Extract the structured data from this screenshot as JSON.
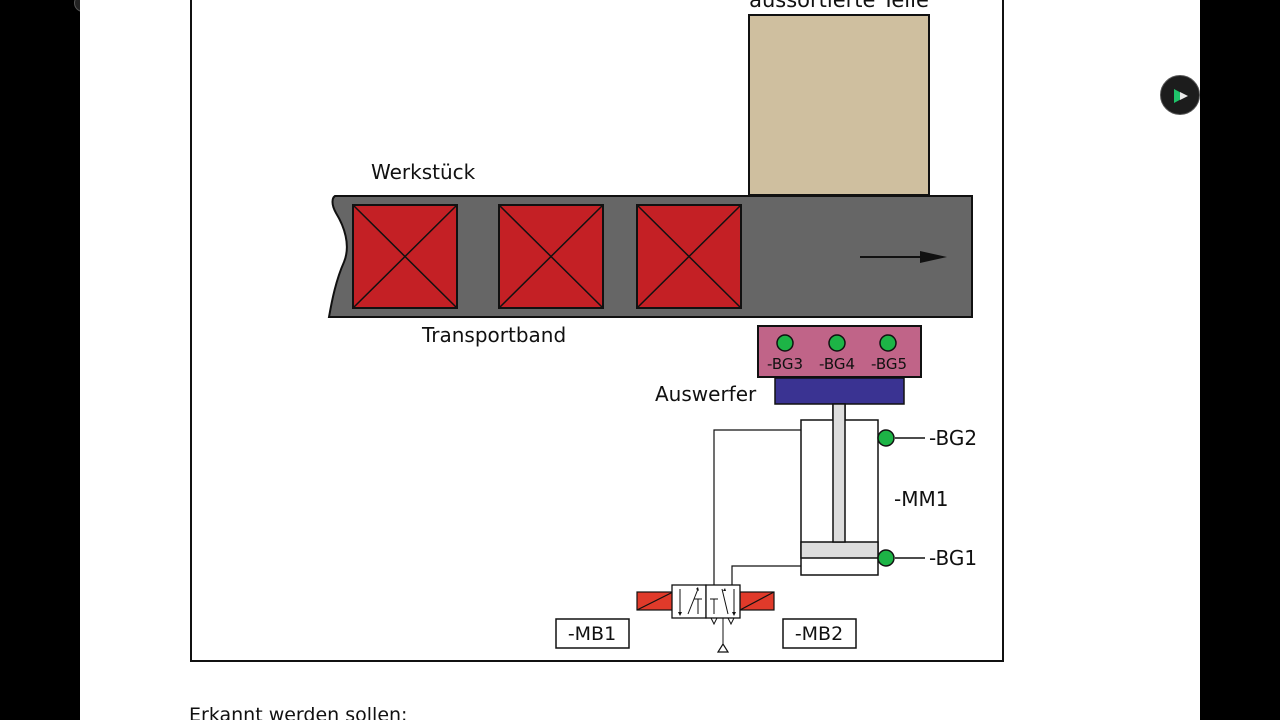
{
  "diagram": {
    "label_storage": "aussortierte Teile",
    "label_workpiece": "Werkstück",
    "label_conveyor": "Transportband",
    "label_ejector": "Auswerfer",
    "sensor_bg3": "-BG3",
    "sensor_bg4": "-BG4",
    "sensor_bg5": "-BG5",
    "sensor_bg2": "-BG2",
    "sensor_bg1": "-BG1",
    "cylinder_label": "-MM1",
    "valve_coil_left": "-MB1",
    "valve_coil_right": "-MB2"
  },
  "caption": "Erkannt werden sollen:",
  "colors": {
    "conveyor": "#666666",
    "workpiece": "#c42025",
    "storage": "#cfbf9f",
    "sensor_block": "#c06488",
    "ejector": "#3a3392",
    "sensor_dot": "#1db446",
    "solenoid": "#e03a2a"
  },
  "icons": {
    "nav_button": "play-arrow-icon",
    "flow_arrow": "arrow-right-icon"
  }
}
